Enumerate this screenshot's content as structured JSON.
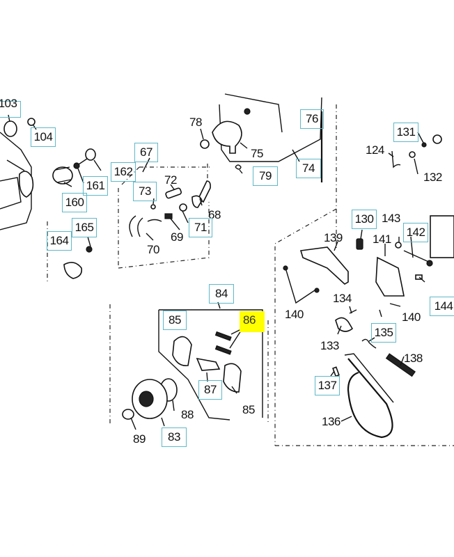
{
  "diagram": {
    "title": "",
    "callouts": [
      {
        "id": "103",
        "text": "103",
        "boxed": true
      },
      {
        "id": "104",
        "text": "104",
        "boxed": true
      },
      {
        "id": "160",
        "text": "160",
        "boxed": true
      },
      {
        "id": "161",
        "text": "161",
        "boxed": true
      },
      {
        "id": "162",
        "text": "162",
        "boxed": true
      },
      {
        "id": "164",
        "text": "164",
        "boxed": true
      },
      {
        "id": "165",
        "text": "165",
        "boxed": true
      },
      {
        "id": "67",
        "text": "67",
        "boxed": true
      },
      {
        "id": "73",
        "text": "73",
        "boxed": true
      },
      {
        "id": "72",
        "text": "72",
        "boxed": false
      },
      {
        "id": "68",
        "text": "68",
        "boxed": false
      },
      {
        "id": "69",
        "text": "69",
        "boxed": false
      },
      {
        "id": "70",
        "text": "70",
        "boxed": false
      },
      {
        "id": "71",
        "text": "71",
        "boxed": true
      },
      {
        "id": "78",
        "text": "78",
        "boxed": false
      },
      {
        "id": "75",
        "text": "75",
        "boxed": false
      },
      {
        "id": "79",
        "text": "79",
        "boxed": true
      },
      {
        "id": "76",
        "text": "76",
        "boxed": true
      },
      {
        "id": "74",
        "text": "74",
        "boxed": true
      },
      {
        "id": "131",
        "text": "131",
        "boxed": true
      },
      {
        "id": "124",
        "text": "124",
        "boxed": false
      },
      {
        "id": "132",
        "text": "132",
        "boxed": false
      },
      {
        "id": "130",
        "text": "130",
        "boxed": true
      },
      {
        "id": "143",
        "text": "143",
        "boxed": false
      },
      {
        "id": "142",
        "text": "142",
        "boxed": true
      },
      {
        "id": "139",
        "text": "139",
        "boxed": false
      },
      {
        "id": "141",
        "text": "141",
        "boxed": false
      },
      {
        "id": "140a",
        "text": "140",
        "boxed": false
      },
      {
        "id": "140b",
        "text": "140",
        "boxed": false
      },
      {
        "id": "144",
        "text": "144",
        "boxed": true
      },
      {
        "id": "134",
        "text": "134",
        "boxed": false
      },
      {
        "id": "133",
        "text": "133",
        "boxed": false
      },
      {
        "id": "135",
        "text": "135",
        "boxed": true
      },
      {
        "id": "138",
        "text": "138",
        "boxed": false
      },
      {
        "id": "137",
        "text": "137",
        "boxed": true
      },
      {
        "id": "136",
        "text": "136",
        "boxed": false
      },
      {
        "id": "84",
        "text": "84",
        "boxed": true
      },
      {
        "id": "85a",
        "text": "85",
        "boxed": true
      },
      {
        "id": "86",
        "text": "86",
        "boxed": true,
        "highlighted": true
      },
      {
        "id": "87",
        "text": "87",
        "boxed": true
      },
      {
        "id": "85b",
        "text": "85",
        "boxed": false
      },
      {
        "id": "88",
        "text": "88",
        "boxed": false
      },
      {
        "id": "89",
        "text": "89",
        "boxed": false
      },
      {
        "id": "83",
        "text": "83",
        "boxed": true
      }
    ],
    "colors": {
      "callout_box_border": "#5fb8c8",
      "highlight_fill": "#ffff00",
      "line_art": "#111111",
      "background": "#ffffff"
    }
  }
}
